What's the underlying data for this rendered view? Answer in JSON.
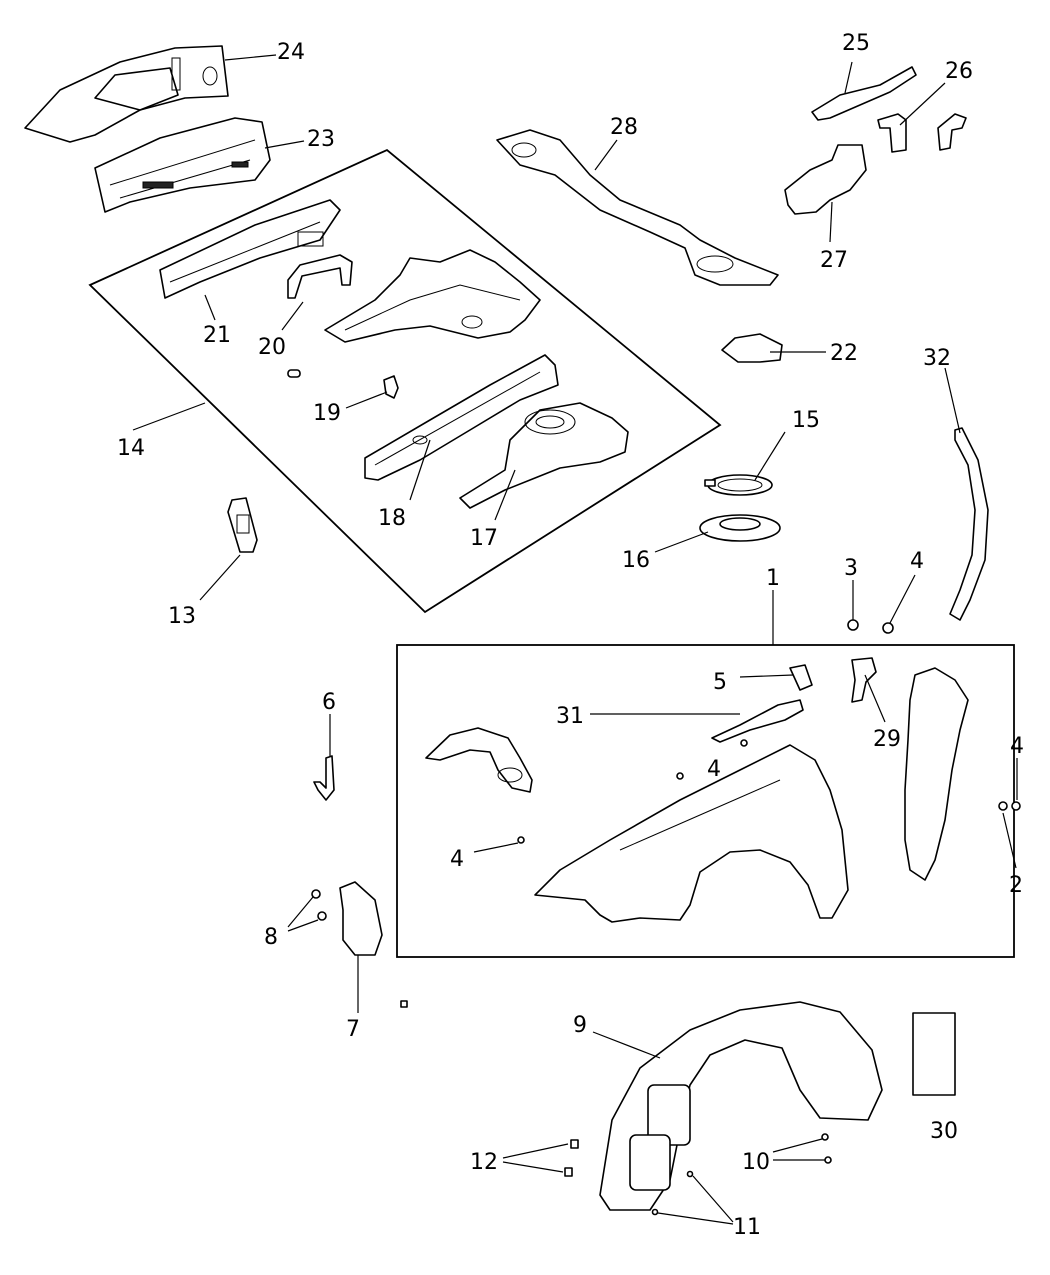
{
  "callouts": {
    "c1": "1",
    "c2": "2",
    "c3": "3",
    "c4a": "4",
    "c4b": "4",
    "c4c": "4",
    "c4d": "4",
    "c5": "5",
    "c6": "6",
    "c7": "7",
    "c8": "8",
    "c9": "9",
    "c10": "10",
    "c11": "11",
    "c12": "12",
    "c13": "13",
    "c14": "14",
    "c15": "15",
    "c16": "16",
    "c17": "17",
    "c18": "18",
    "c19": "19",
    "c20": "20",
    "c21": "21",
    "c22": "22",
    "c23": "23",
    "c24": "24",
    "c25": "25",
    "c26": "26",
    "c27": "27",
    "c28": "28",
    "c29": "29",
    "c30": "30",
    "c31": "31",
    "c32": "32"
  }
}
